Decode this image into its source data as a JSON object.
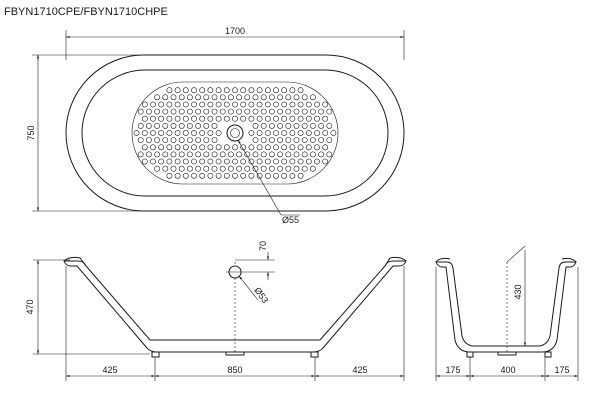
{
  "model": "FBYN1710CPE/FBYN1710CHPE",
  "plan": {
    "length": "1700",
    "width": "750",
    "drain_dia": "Ø55"
  },
  "side_view": {
    "height": "470",
    "overflow_offset": "70",
    "overflow_dia": "Ø53",
    "seg_left": "425",
    "seg_mid": "850",
    "seg_right": "425"
  },
  "end_view": {
    "depth": "430",
    "seg_left": "175",
    "seg_mid": "400",
    "seg_right": "175"
  }
}
